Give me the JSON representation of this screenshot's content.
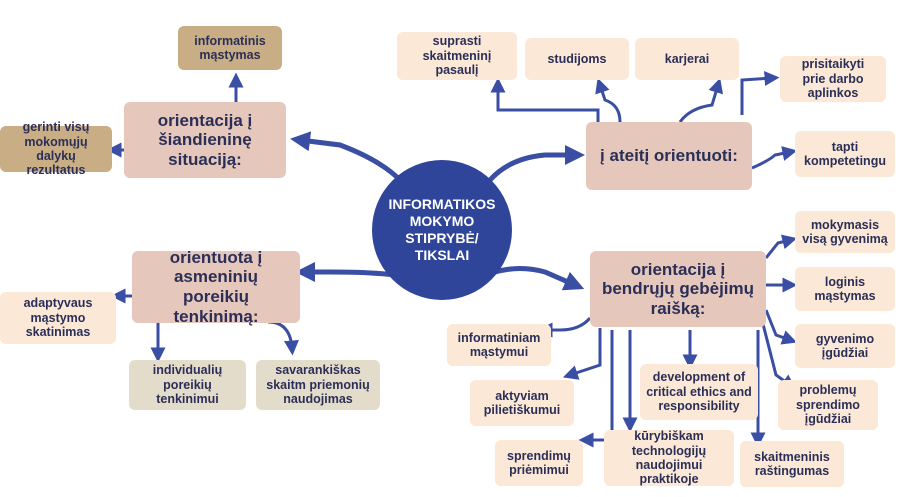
{
  "center": {
    "label": "INFORMATIKOS\nMOKYMO\nSTIPRYBĖ/\nTIKSLAI"
  },
  "branches": {
    "left_top": "orientacija į\nšiandieninę\nsituaciją:",
    "right_top": "į ateitį orientuoti:",
    "left_bottom": "orientuota į\nasmeninių poreikių\ntenkinimą:",
    "right_bottom": "orientacija į\nbendrųjų gebėjimų\nraišką:"
  },
  "leaves": {
    "informatinis_mastymas": "informatinis\nmąstymas",
    "gerinti_visu": "gerinti visų\nmokomųjų dalykų\nrezultatus",
    "suprasti": "suprasti\nskaitmeninį pasaulį",
    "studijoms": "studijoms",
    "karjerai": "karjerai",
    "prisitaikyti": "prisitaikyti\nprie darbo\naplinkos",
    "tapti": "tapti\nkompetetingu",
    "adaptyvaus": "adaptyvaus\nmąstymo\nskatinimas",
    "individualiu": "individualių\nporeikių\ntenkinimui",
    "savarankiskas": "savarankiškas\nskaitm priemonių\nnaudojimas",
    "mokymasis": "mokymasis\nvisą gyvenimą",
    "loginis": "loginis\nmąstymas",
    "gyvenimo": "gyvenimo\nįgūdžiai",
    "problemu": "problemų\nsprendimo\nįgūdžiai",
    "skaitmeninis": "skaitmeninis\nraštingumas",
    "informatiniam": "informatiniam\nmąstymui",
    "aktyviam": "aktyviam\npilietiškumui",
    "development": "development of\ncritical ethics and\nresponsibility",
    "sprendimu": "sprendimų\npriėmimui",
    "kurybiskam": "kūrybiškam\ntechnologijų\nnaudojimui praktikoje"
  },
  "colors": {
    "node_blue": "#2f4599",
    "line_blue": "#3a4ea3",
    "branch_fill": "#e5c7bb",
    "leaf_fill": "#fbe8d6",
    "khaki_fill": "#c9ad84",
    "grey_fill": "#e4dccb"
  }
}
